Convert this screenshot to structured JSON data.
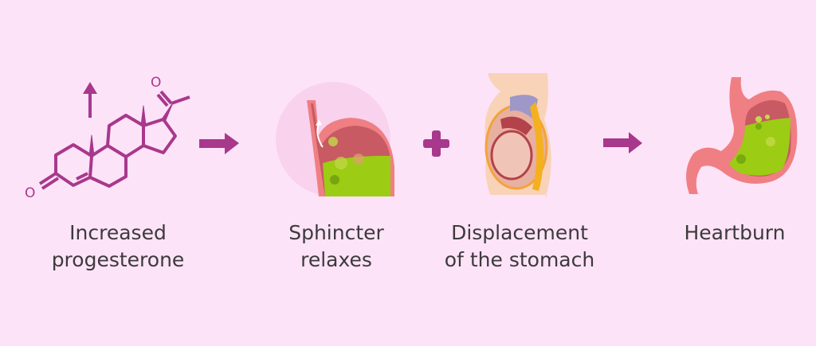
{
  "colors": {
    "background": "#fde3f8",
    "accent": "#a8388c",
    "text": "#3d3a3d",
    "stomach_wall": "#f07f84",
    "stomach_inner": "#c75a62",
    "acid": "#9ccc13"
  },
  "steps": [
    {
      "line1": "Increased",
      "line2": "progesterone",
      "icon": "progesterone-molecule-icon"
    },
    {
      "line1": "Sphincter",
      "line2": "relaxes",
      "icon": "relaxed-sphincter-stomach-icon"
    },
    {
      "line1": "Displacement",
      "line2": "of the stomach",
      "icon": "pregnant-abdomen-icon"
    },
    {
      "line1": "Heartburn",
      "icon": "stomach-heartburn-icon"
    }
  ],
  "molecule": {
    "oxygen_1": "O",
    "oxygen_2": "O"
  },
  "connectors": [
    "arrow",
    "plus",
    "arrow"
  ]
}
